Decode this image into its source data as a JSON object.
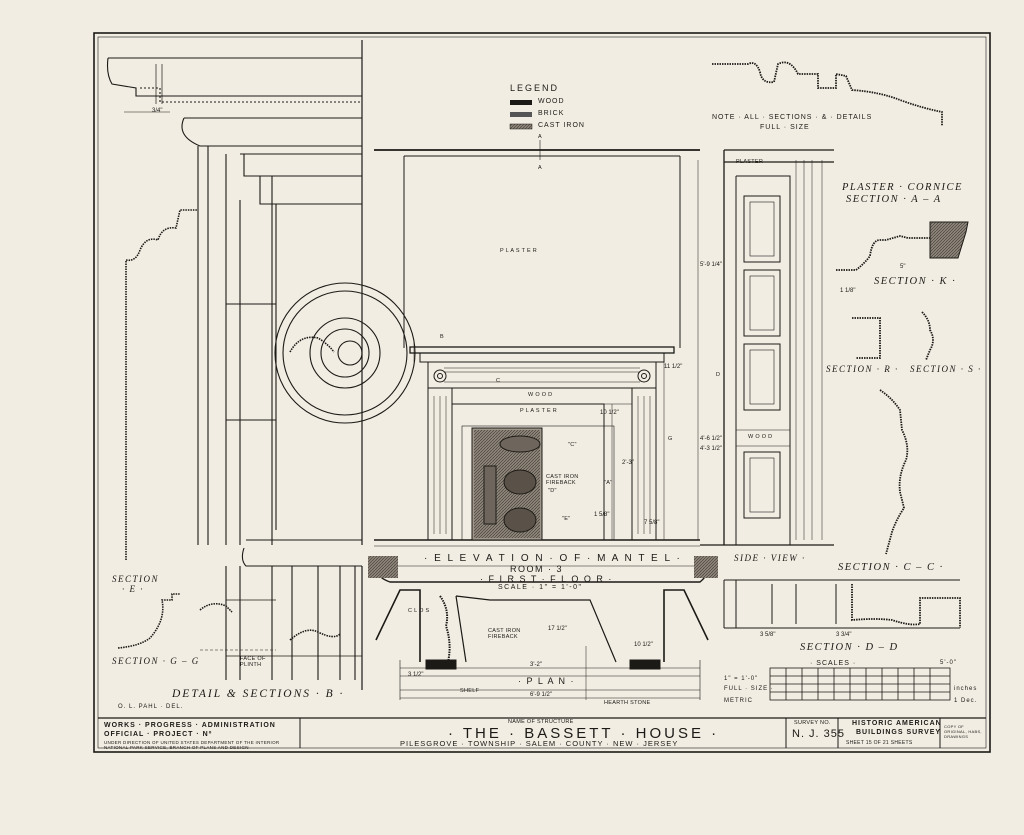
{
  "legend": {
    "title": "LEGEND",
    "items": [
      "WOOD",
      "BRICK",
      "CAST IRON"
    ]
  },
  "note": {
    "line1": "NOTE · ALL · SECTIONS · & · DETAILS",
    "line2": "FULL · SIZE"
  },
  "labels": {
    "plaster_top": "PLASTER",
    "plaster_elev": "P L A S T E R",
    "plaster_small": "P L A S T E R",
    "wood": "W O O D",
    "wood_side": "W O O D",
    "cast_iron_fireback": "CAST IRON FIREBACK",
    "cast_iron_fireback_plan": "CAST IRON FIREBACK",
    "d_mark": "\"D\"",
    "c_mark": "\"C\"",
    "e_mark": "\"E\"",
    "a_mark": "\"A\"",
    "b_mark": "B",
    "a_top": "A",
    "a_letter": "A",
    "d_letter": "D",
    "g_letter": "G",
    "c_letter": "C",
    "hearth_stone": "HEARTH STONE",
    "shelf": "SHELF",
    "face_of_plinth": "FACE OF PLINTH",
    "clos": "C L O S"
  },
  "sections": {
    "plaster_cornice": "PLASTER · CORNICE",
    "section_aa": "SECTION · A – A",
    "section_k": "SECTION · K ·",
    "section_r": "SECTION · R ·",
    "section_s": "SECTION · S ·",
    "section_cc": "SECTION · C – C ·",
    "section_dd": "SECTION · D – D",
    "section_e": "SECTION",
    "section_e2": "· E ·",
    "section_gg": "SECTION · G – G",
    "detail_b": "DETAIL & SECTIONS · B ·",
    "side_view": "SIDE · VIEW ·",
    "plan": "· P L A N ·"
  },
  "elevation": {
    "line1": "· E L E V A T I O N · O F · M A N T E L ·",
    "line2": "ROOM · 3",
    "line3": "· F I R S T · F L O O R ·",
    "scale": "SCALE · 1\" = 1'-0\""
  },
  "dims": {
    "a": "3/4\"",
    "b": "5\"",
    "c": "1 1/8\"",
    "d": "3'-2\"",
    "e": "6'-9 1/2\"",
    "f": "10 1/2\"",
    "g": "17 1/2\"",
    "h": "3 1/2\"",
    "i": "5'-9 1/4\"",
    "j": "2'-3\"",
    "k": "10 1/2\"",
    "l": "7 5/8\"",
    "m": "3 5/8\"",
    "n": "3 3/4\"",
    "o": "4'-6 1/2\"",
    "p": "4'-3 1/2\"",
    "q": "11 1/2\"",
    "r": "1 5/8\""
  },
  "scales": {
    "title": "· SCALES ·",
    "full_size_label": "1\" = 1'-0\"",
    "full_size": "FULL · SIZE ·",
    "metric": "METRIC",
    "inches": "inches",
    "dec": "1 Dec.",
    "five_ft": "5'-0\""
  },
  "delineator": "O. L. PAHL · DEL.",
  "title_block": {
    "wpa_line1": "WORKS · PROGRESS · ADMINISTRATION",
    "wpa_line2": "OFFICIAL · PROJECT · Nº",
    "wpa_line3": "UNDER DIRECTION OF UNITED STATES DEPARTMENT OF THE INTERIOR",
    "wpa_line4": "NATIONAL PARK SERVICE, BRANCH OF PLANS AND DESIGN",
    "name_label": "NAME OF STRUCTURE",
    "name": "· THE · BASSETT · HOUSE ·",
    "location": "PILESGROVE · TOWNSHIP · SALEM · COUNTY · NEW · JERSEY",
    "survey_label": "SURVEY NO.",
    "survey_no": "N. J. 355",
    "habs_line1": "HISTORIC AMERICAN",
    "habs_line2": "BUILDINGS SURVEY",
    "sheet": "SHEET 15 OF 21 SHEETS",
    "stamp": "COPY OF ORIGINAL, HABS, DRAWINGS"
  }
}
